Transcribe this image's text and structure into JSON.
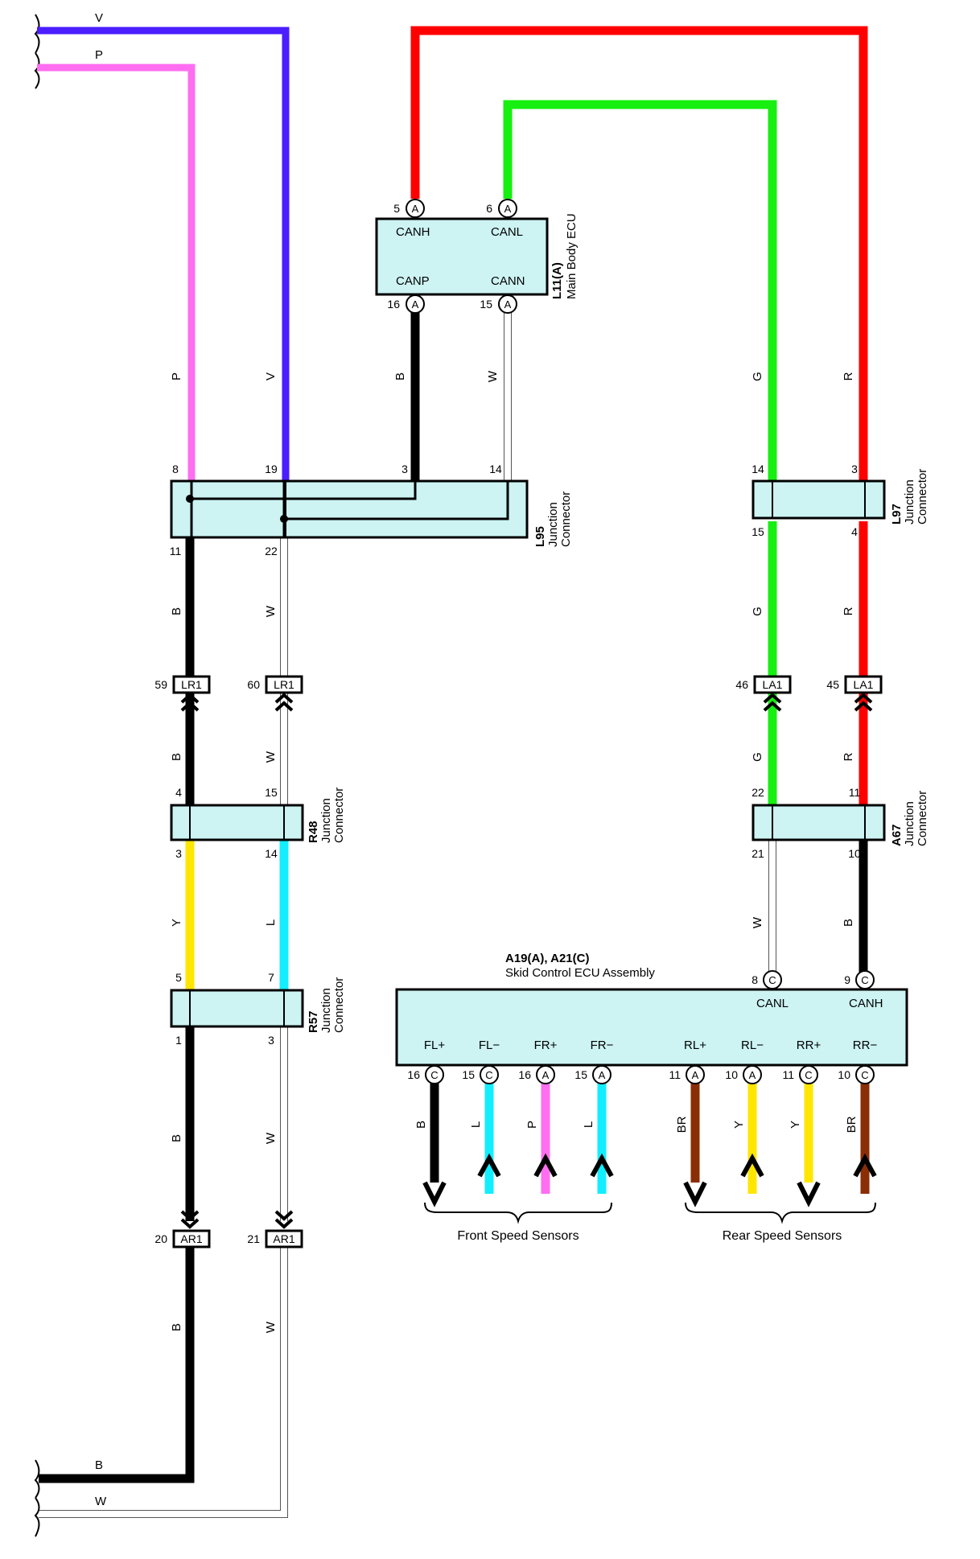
{
  "colors": {
    "violet": "#4a1eff",
    "pink": "#ff6ef0",
    "red": "#ff0000",
    "green": "#16ef10",
    "black": "#000000",
    "white_wire": "#ffffff",
    "yellow": "#ffe600",
    "light_blue": "#12eeff",
    "brown": "#8a2e06",
    "box_fill": "#cdf3f3"
  },
  "top_wires": {
    "v": "V",
    "p": "P"
  },
  "bottom_wires": {
    "b": "B",
    "w": "W"
  },
  "main_body_ecu": {
    "code": "L11(A)",
    "name": "Main Body ECU",
    "canh": "CANH",
    "canl": "CANL",
    "canp": "CANP",
    "cann": "CANN",
    "pin_canh": "5",
    "pin_canl": "6",
    "pin_canp": "16",
    "pin_cann": "15",
    "connector": "A"
  },
  "l95": {
    "code": "L95",
    "l1": "Junction",
    "l2": "Connector",
    "pin_8": "8",
    "pin_19": "19",
    "pin_3": "3",
    "pin_14": "14",
    "pin_11": "11",
    "pin_22": "22"
  },
  "l97": {
    "code": "L97",
    "l1": "Junction",
    "l2": "Connector",
    "pin_14": "14",
    "pin_3": "3",
    "pin_15": "15",
    "pin_4": "4"
  },
  "r48": {
    "code": "R48",
    "l1": "Junction",
    "l2": "Connector",
    "pin_4": "4",
    "pin_15": "15",
    "pin_3": "3",
    "pin_14": "14"
  },
  "r57": {
    "code": "R57",
    "l1": "Junction",
    "l2": "Connector",
    "pin_5": "5",
    "pin_7": "7",
    "pin_1": "1",
    "pin_3": "3"
  },
  "a67": {
    "code": "A67",
    "l1": "Junction",
    "l2": "Connector",
    "pin_22": "22",
    "pin_11": "11",
    "pin_21": "21",
    "pin_10": "10"
  },
  "inline": {
    "lr1": "LR1",
    "la1": "LA1",
    "ar1": "AR1",
    "pin_59": "59",
    "pin_60": "60",
    "pin_46": "46",
    "pin_45": "45",
    "pin_20": "20",
    "pin_21": "21"
  },
  "wire_labels": {
    "p": "P",
    "v": "V",
    "b": "B",
    "w": "W",
    "g": "G",
    "r": "R",
    "y": "Y",
    "l": "L",
    "br": "BR"
  },
  "skid_ecu": {
    "code": "A19(A), A21(C)",
    "name": "Skid Control ECU Assembly",
    "canl": "CANL",
    "canh": "CANH",
    "pin_canl": "8",
    "pin_canh": "9",
    "conn_a": "A",
    "conn_c": "C",
    "terminals": [
      "FL+",
      "FL−",
      "FR+",
      "FR−",
      "RL+",
      "RL−",
      "RR+",
      "RR−"
    ],
    "pins": [
      "16",
      "15",
      "16",
      "15",
      "11",
      "10",
      "11",
      "10"
    ]
  },
  "groups": {
    "front": "Front Speed Sensors",
    "rear": "Rear Speed Sensors"
  }
}
